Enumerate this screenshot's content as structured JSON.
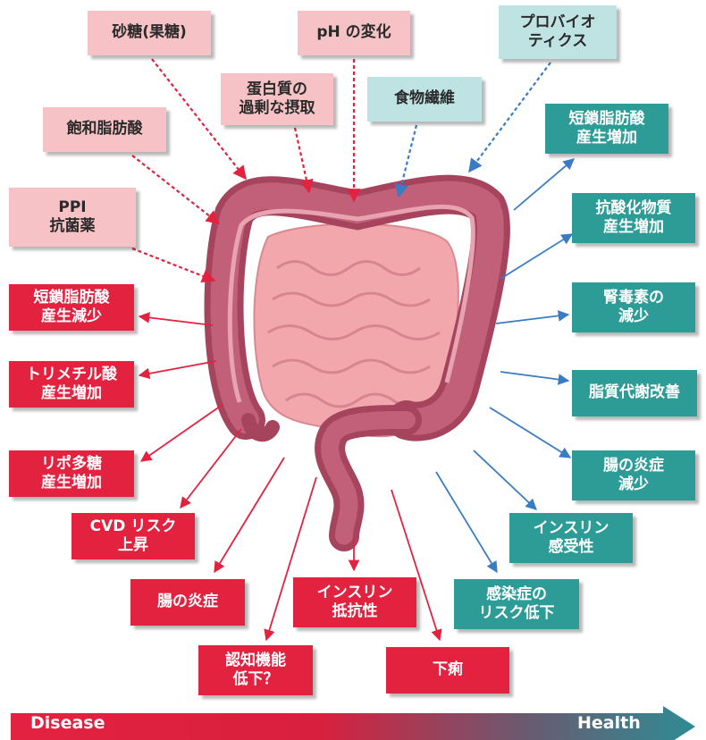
{
  "causes": [
    {
      "id": "sugar",
      "lines": [
        "砂糖(果糖)"
      ]
    },
    {
      "id": "ph",
      "lines": [
        "pH の変化"
      ]
    },
    {
      "id": "probiotics",
      "lines": [
        "プロバイオ",
        "ティクス"
      ]
    },
    {
      "id": "protein",
      "lines": [
        "蛋白質の",
        "過剰な摂取"
      ]
    },
    {
      "id": "fiber",
      "lines": [
        "食物繊維"
      ]
    },
    {
      "id": "saturated-fat",
      "lines": [
        "飽和脂肪酸"
      ]
    },
    {
      "id": "ppi",
      "lines": [
        "PPI",
        "抗菌薬"
      ]
    }
  ],
  "disease_effects": [
    {
      "id": "scfa-decrease",
      "lines": [
        "短鎖脂肪酸",
        "産生減少"
      ]
    },
    {
      "id": "tma-increase",
      "lines": [
        "トリメチル酸",
        "産生増加"
      ]
    },
    {
      "id": "lps-increase",
      "lines": [
        "リポ多糖",
        "産生増加"
      ]
    },
    {
      "id": "cvd-risk",
      "lines": [
        "CVD リスク",
        "上昇"
      ]
    },
    {
      "id": "gut-inflammation",
      "lines": [
        "腸の炎症"
      ]
    },
    {
      "id": "cognitive-decline",
      "lines": [
        "認知機能",
        "低下？"
      ]
    },
    {
      "id": "insulin-resistance",
      "lines": [
        "インスリン",
        "抵抗性"
      ]
    },
    {
      "id": "diarrhea",
      "lines": [
        "下痢"
      ]
    }
  ],
  "health_effects": [
    {
      "id": "scfa-increase",
      "lines": [
        "短鎖脂肪酸",
        "産生増加"
      ]
    },
    {
      "id": "antioxidant-increase",
      "lines": [
        "抗酸化物質",
        "産生増加"
      ]
    },
    {
      "id": "uremic-toxin-decrease",
      "lines": [
        "腎毒素の",
        "減少"
      ]
    },
    {
      "id": "lipid-metabolism",
      "lines": [
        "脂質代謝改善"
      ]
    },
    {
      "id": "gut-inflammation-decrease",
      "lines": [
        "腸の炎症",
        "減少"
      ]
    },
    {
      "id": "insulin-sensitivity",
      "lines": [
        "インスリン",
        "感受性"
      ]
    },
    {
      "id": "infection-risk-decrease",
      "lines": [
        "感染症の",
        "リスク低下"
      ]
    }
  ],
  "axis": {
    "left": "Disease",
    "right": "Health"
  },
  "colors": {
    "cause_harmful": "#f6c2c6",
    "cause_beneficial": "#bfe3e3",
    "disease": "#e32240",
    "health": "#2e9c96",
    "arrow_red": "#e32240",
    "arrow_blue": "#3a7cc4"
  }
}
